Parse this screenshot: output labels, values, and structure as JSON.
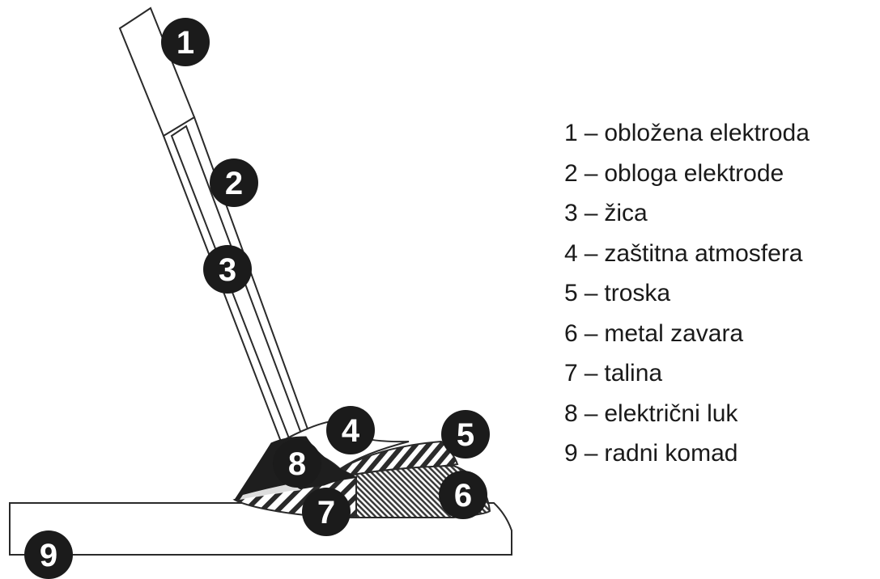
{
  "badges": [
    "1",
    "2",
    "3",
    "4",
    "5",
    "6",
    "7",
    "8",
    "9"
  ],
  "legend": [
    {
      "num": "1",
      "sep": "–",
      "label": "obložena elektroda"
    },
    {
      "num": "2",
      "sep": "–",
      "label": "obloga elektrode"
    },
    {
      "num": "3",
      "sep": "–",
      "label": "žica"
    },
    {
      "num": "4",
      "sep": "–",
      "label": "zaštitna atmosfera"
    },
    {
      "num": "5",
      "sep": "–",
      "label": "troska"
    },
    {
      "num": "6",
      "sep": "–",
      "label": "metal zavara"
    },
    {
      "num": "7",
      "sep": "–",
      "label": "talina"
    },
    {
      "num": "8",
      "sep": "–",
      "label": "električni luk"
    },
    {
      "num": "9",
      "sep": "–",
      "label": "radni komad"
    }
  ],
  "colors": {
    "badge": "#1b1b1b",
    "stroke": "#2a2a2a",
    "arc": "#1e1e1e"
  }
}
